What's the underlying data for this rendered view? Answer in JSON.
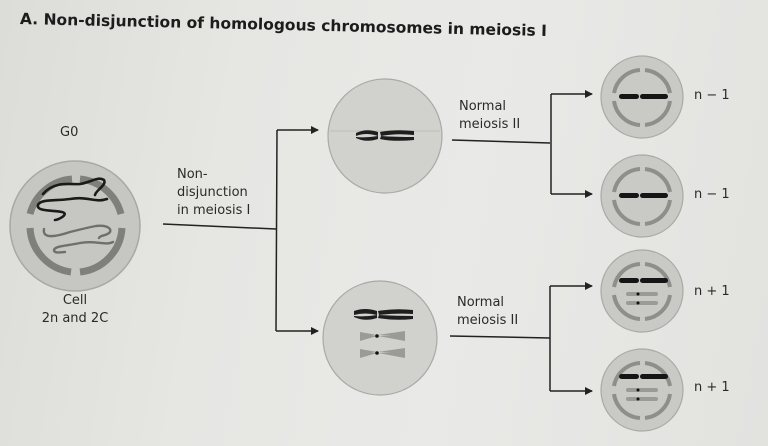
{
  "title": "A. Non-disjunction of homologous chromosomes in meiosis I",
  "start_cell": {
    "stage_label": "G0",
    "caption_line1": "Cell",
    "caption_line2": "2n and 2C"
  },
  "step1": {
    "line1": "Non-",
    "line2": "disjunction",
    "line3": "in meiosis I"
  },
  "branches": [
    {
      "process_line1": "Normal",
      "process_line2": "meiosis II",
      "cell_content": "one homologous chromosome pair missing (single dark chromosome)",
      "daughters": [
        {
          "label": "n − 1"
        },
        {
          "label": "n − 1"
        }
      ]
    },
    {
      "process_line1": "Normal",
      "process_line2": "meiosis II",
      "cell_content": "both homologs (dark + two grey chromosomes)",
      "daughters": [
        {
          "label": "n + 1"
        },
        {
          "label": "n + 1"
        }
      ]
    }
  ],
  "colors": {
    "background": "#e6e6e3",
    "cell_fill": "#c9c9c6",
    "cell_stroke": "#a9a9a6",
    "nuclear_envelope": "#8a8a87",
    "dark_chromosome": "#1e1e1e",
    "grey_chromosome": "#8d8d8a",
    "line": "#222222"
  }
}
